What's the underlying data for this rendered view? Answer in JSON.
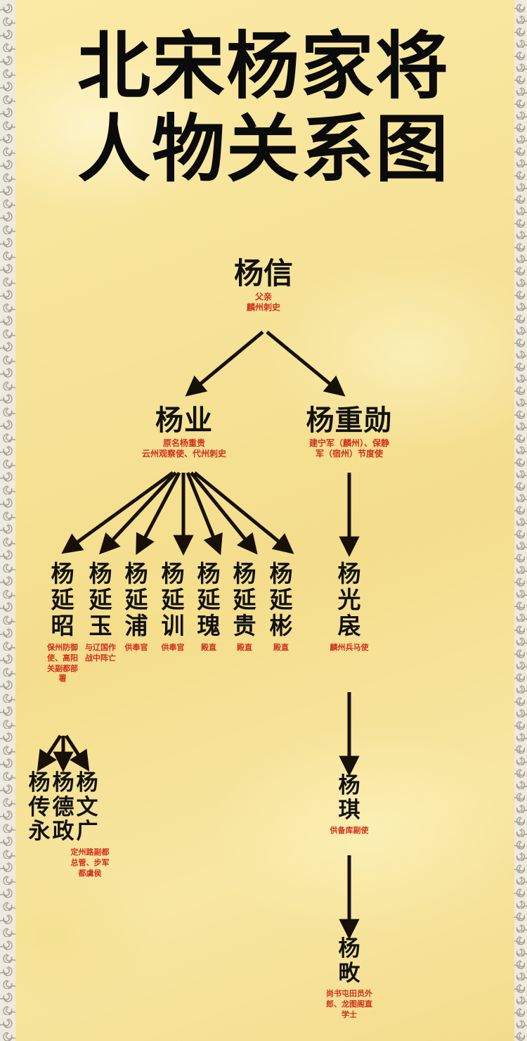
{
  "title": {
    "line1": "北宋杨家将",
    "line2": "人物关系图"
  },
  "colors": {
    "background": "#f7e49a",
    "name_text": "#121212",
    "role_text": "#d2301a",
    "border_band": "#efeae0",
    "arrow": "#171008"
  },
  "nodes": {
    "yangxin": {
      "name": "杨信",
      "role_line1": "父亲",
      "role_line2": "麟州刺史"
    },
    "yangye": {
      "name": "杨业",
      "role_line1": "原名杨重贵",
      "role_line2": "云州观察使、代州刺史"
    },
    "yangchongxun": {
      "name": "杨重勋",
      "role_line1": "建宁军（麟州）、保静",
      "role_line2": "军（宿州）节度使"
    },
    "yanzhao": {
      "name": "杨延昭",
      "chars": [
        "杨",
        "延",
        "昭"
      ],
      "role": "保州防御使、高阳关副都部署"
    },
    "yanyu": {
      "name": "杨延玉",
      "chars": [
        "杨",
        "延",
        "玉"
      ],
      "role": "与辽国作战中阵亡"
    },
    "yanpu": {
      "name": "杨延浦",
      "chars": [
        "杨",
        "延",
        "浦"
      ],
      "role": "供奉官"
    },
    "yanxun": {
      "name": "杨延训",
      "chars": [
        "杨",
        "延",
        "训"
      ],
      "role": "供奉官"
    },
    "yangui2": {
      "name": "杨延瑰",
      "chars": [
        "杨",
        "延",
        "瑰"
      ],
      "role": "殿直"
    },
    "yangui": {
      "name": "杨延贵",
      "chars": [
        "杨",
        "延",
        "贵"
      ],
      "role": "殿直"
    },
    "yanbin": {
      "name": "杨延彬",
      "chars": [
        "杨",
        "延",
        "彬"
      ],
      "role": "殿直"
    },
    "guangyi": {
      "name": "杨光扆",
      "chars": [
        "杨",
        "光",
        "扆"
      ],
      "role": "麟州兵马使"
    },
    "chuanyong": {
      "name": "杨传永",
      "chars": [
        "杨",
        "传",
        "永"
      ],
      "role": ""
    },
    "dezheng": {
      "name": "杨德政",
      "chars": [
        "杨",
        "德",
        "政"
      ],
      "role": ""
    },
    "wenguang": {
      "name": "杨文广",
      "chars": [
        "杨",
        "文",
        "广"
      ],
      "role": "定州路副都总管、步军都虞侯"
    },
    "yangqi": {
      "name": "杨琪",
      "chars": [
        "杨",
        "琪"
      ],
      "role": "供备库副使"
    },
    "yangtian": {
      "name": "杨畋",
      "chars": [
        "杨",
        "畋"
      ],
      "role": "尚书屯田员外郎、龙图阁直学士"
    }
  }
}
